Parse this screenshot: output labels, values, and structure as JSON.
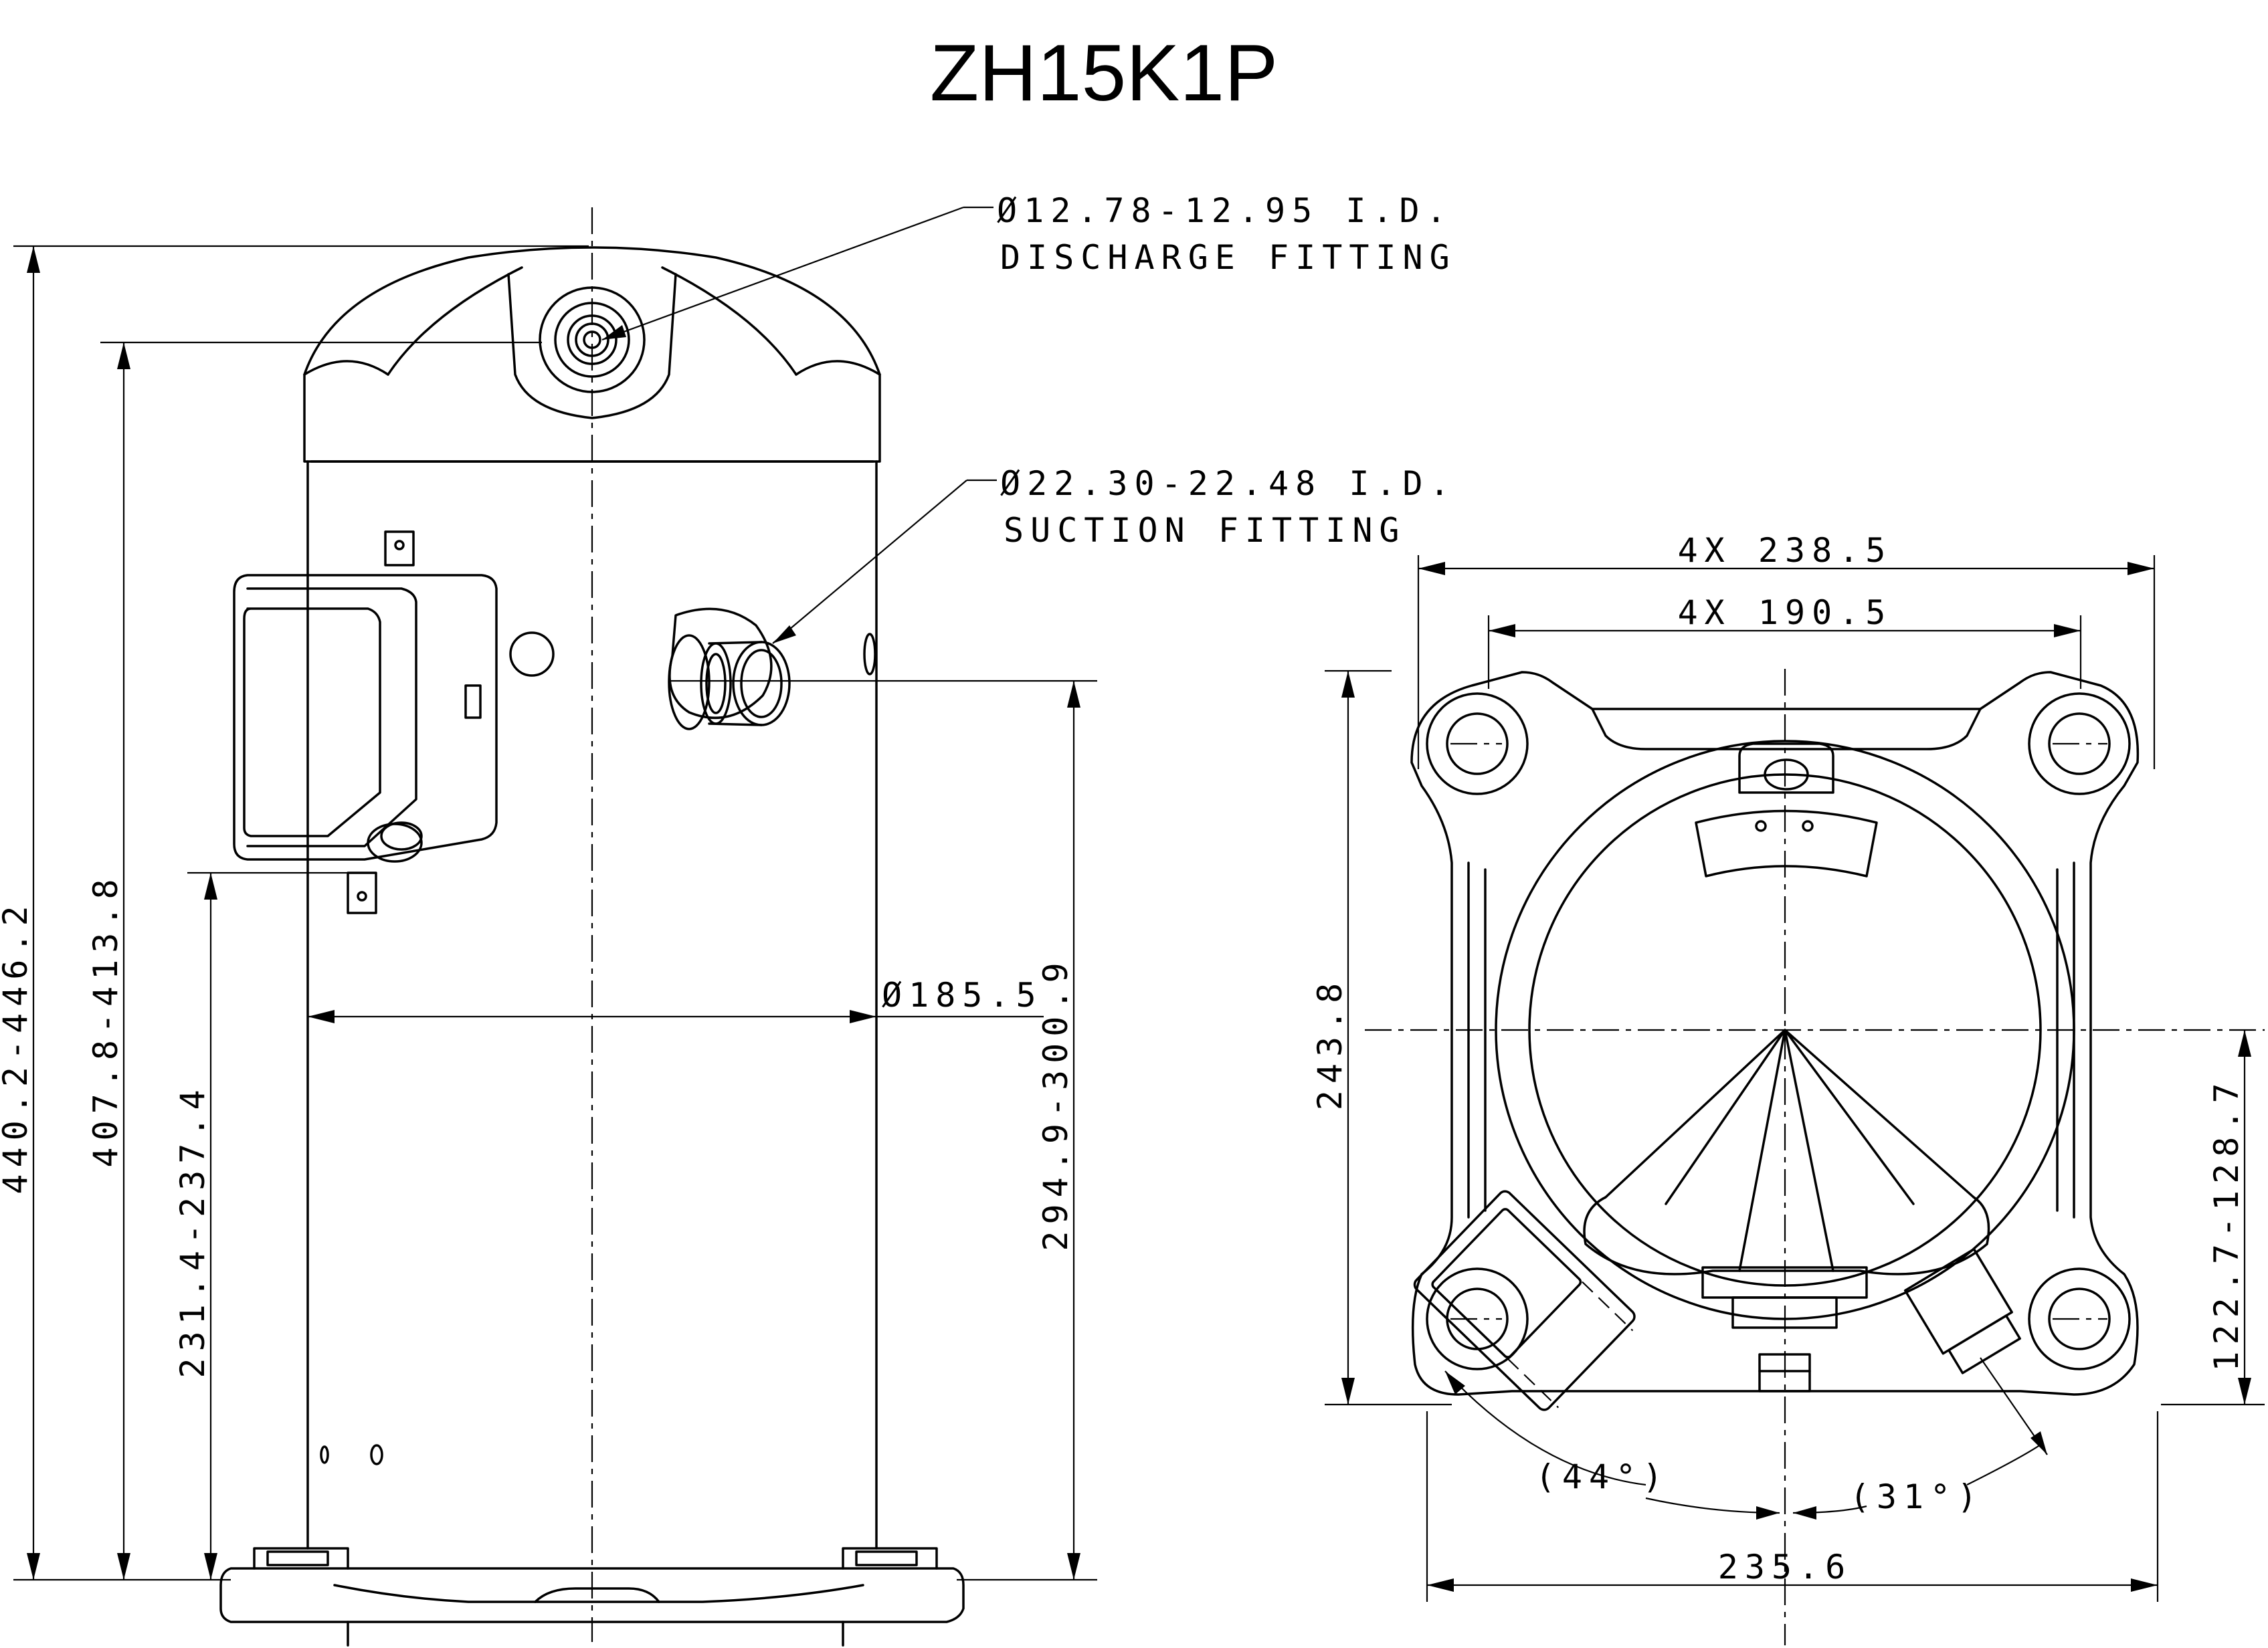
{
  "title": "ZH15K1P",
  "side_view": {
    "discharge_fitting": {
      "size": "Ø12.78-12.95 I.D.",
      "label": "DISCHARGE FITTING"
    },
    "suction_fitting": {
      "size": "Ø22.30-22.48 I.D.",
      "label": "SUCTION FITTING"
    },
    "diameter": "Ø185.5",
    "height_overall": "440.2-446.2",
    "height_discharge": "407.8-413.8",
    "height_terminal": "231.4-237.4",
    "height_suction": "294.9-300.9"
  },
  "top_view": {
    "mount_outer": "4X 238.5",
    "mount_inner": "4X 190.5",
    "depth": "243.8",
    "offset": "122.7-128.7",
    "width": "235.6",
    "angle_left": "(44°)",
    "angle_right": "(31°)"
  }
}
